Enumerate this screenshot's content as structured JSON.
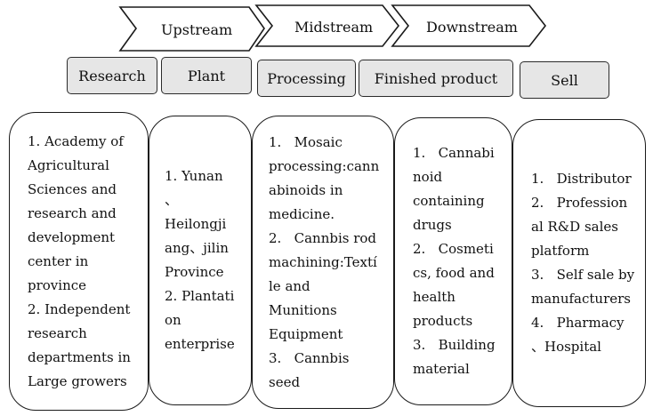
{
  "stages": [
    "Upstream",
    "Midstream",
    "Downstream"
  ],
  "categories": [
    "Research",
    "Plant",
    "Processing",
    "Finished product",
    "Sell"
  ],
  "cards": [
    {
      "lines": [
        "1. Academy of",
        "Agricultural",
        "Sciences and",
        "research and",
        "development",
        "center in",
        "province",
        "2. Independent",
        "research",
        "departments in",
        "Large growers"
      ]
    },
    {
      "lines": [
        "1. Yunan",
        "、",
        "Heilongji",
        "ang、jilin",
        "Province",
        "2. Plantati",
        "on",
        "enterprise"
      ]
    },
    {
      "lines": [
        "1.   Mosaic",
        "processing:cann",
        "abinoids in",
        "medicine.",
        "2.   Cannbis rod",
        "machining:Textí",
        "le and",
        "Munitions",
        "Equipment",
        "3.   Cannbis",
        "seed"
      ]
    },
    {
      "lines": [
        "1.   Cannabi",
        "noid",
        "containing",
        "drugs",
        "2.   Cosmeti",
        "cs, food and",
        "health",
        "products",
        "3.   Building",
        "material"
      ]
    },
    {
      "lines": [
        "1.   Distributor",
        "2.   Profession",
        "al R&D sales",
        "platform",
        "3.   Self sale by",
        "manufacturers",
        "4.   Pharmacy",
        "、Hospital"
      ]
    }
  ]
}
